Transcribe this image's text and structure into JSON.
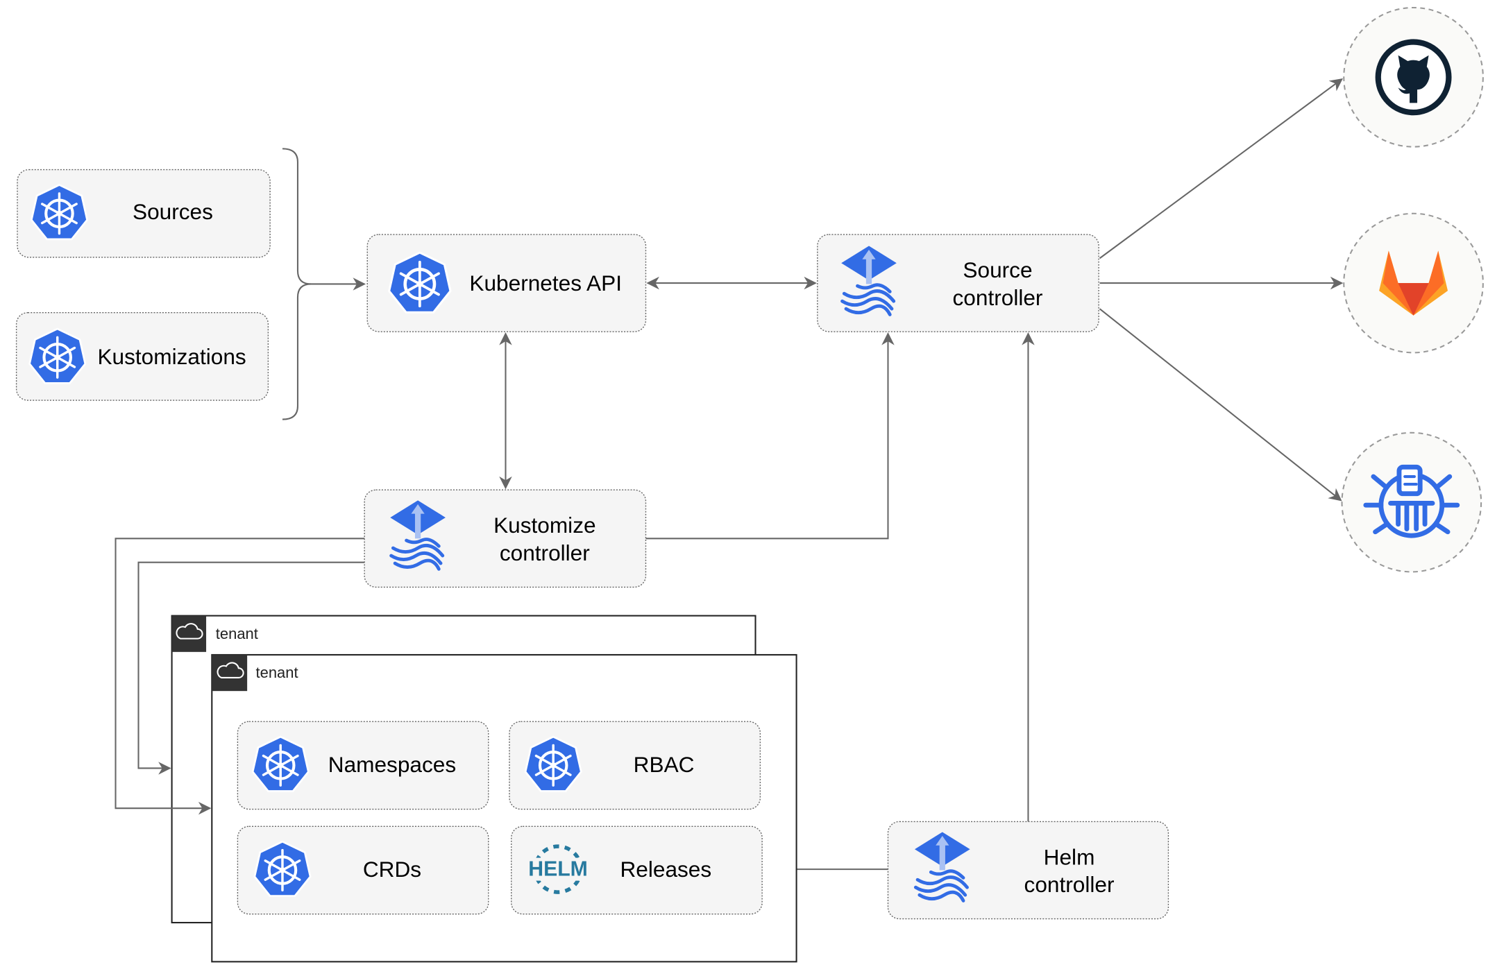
{
  "nodes": {
    "sources": {
      "label": "Sources",
      "icon": "kubernetes-icon"
    },
    "kustomizations": {
      "label": "Kustomizations",
      "icon": "kubernetes-icon"
    },
    "kubernetes_api": {
      "label": "Kubernetes API",
      "icon": "kubernetes-icon"
    },
    "source_controller": {
      "line1": "Source",
      "line2": "controller",
      "icon": "flux-icon"
    },
    "kustomize_controller": {
      "line1": "Kustomize",
      "line2": "controller",
      "icon": "flux-icon"
    },
    "helm_controller": {
      "line1": "Helm",
      "line2": "controller",
      "icon": "flux-icon"
    },
    "namespaces": {
      "label": "Namespaces",
      "icon": "kubernetes-icon"
    },
    "rbac": {
      "label": "RBAC",
      "icon": "kubernetes-icon"
    },
    "crds": {
      "label": "CRDs",
      "icon": "kubernetes-icon"
    },
    "releases": {
      "label": "Releases",
      "icon": "helm-icon",
      "icon_text": "HELM"
    }
  },
  "tenants": [
    {
      "label": "tenant",
      "icon": "cloud-icon"
    },
    {
      "label": "tenant",
      "icon": "cloud-icon"
    }
  ],
  "external": [
    {
      "icon": "github-icon"
    },
    {
      "icon": "gitlab-icon"
    },
    {
      "icon": "bucket-icon"
    }
  ],
  "colors": {
    "kubernetes_blue": "#326ce5",
    "github": "#0f2233",
    "gitlab_orange": "#e24329",
    "gitlab_light": "#fca326",
    "helm": "#277a9f",
    "edge": "#666666"
  }
}
